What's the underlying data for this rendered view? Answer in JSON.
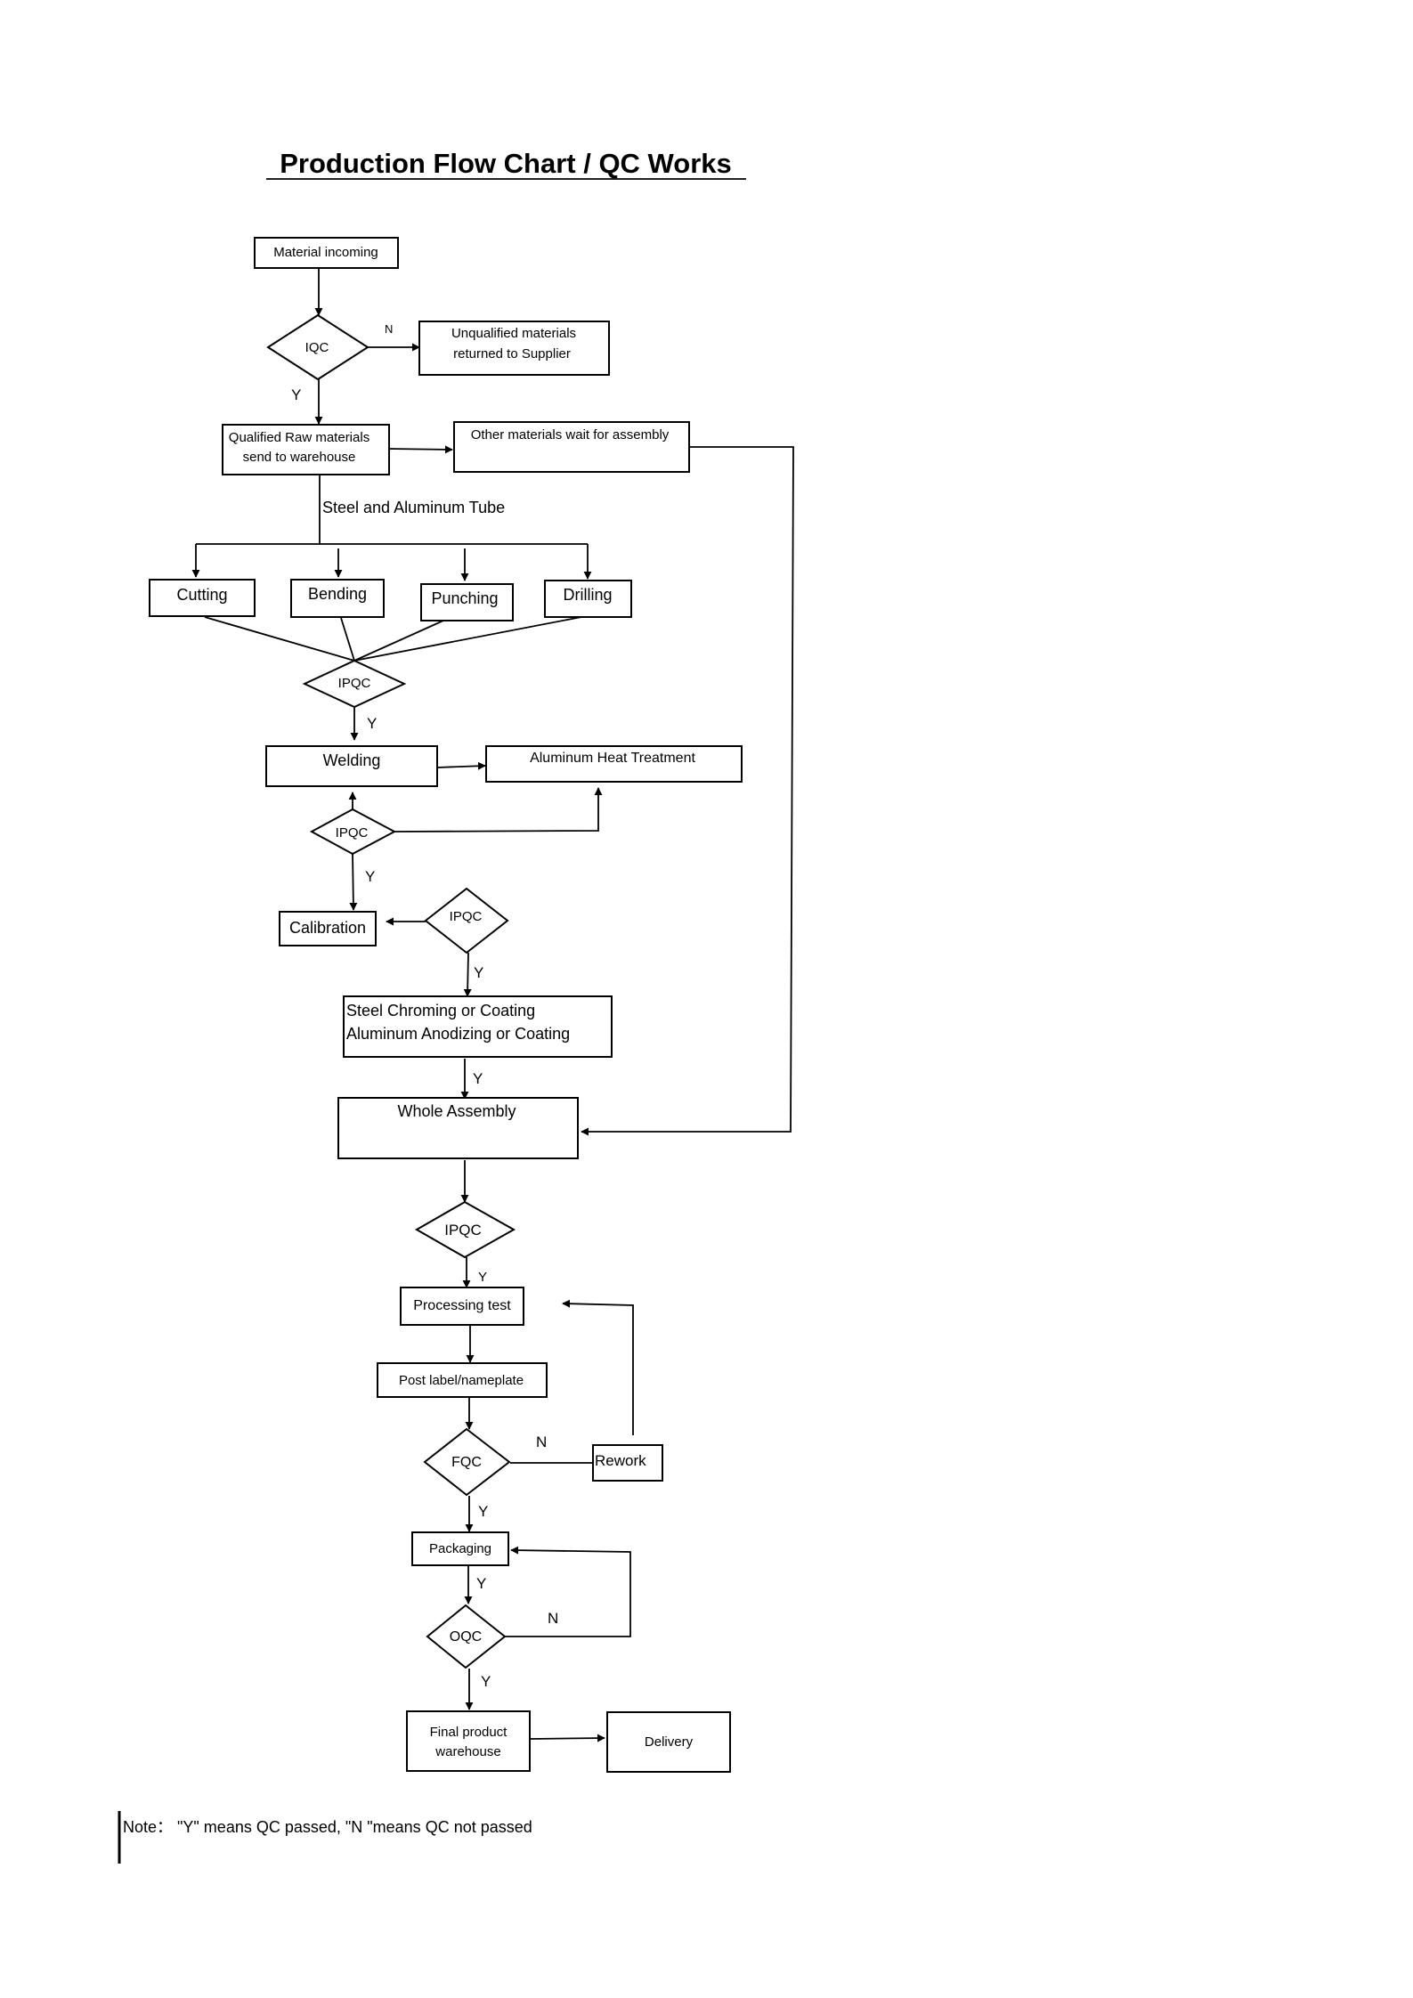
{
  "title": "Production Flow Chart / QC Works",
  "nodes": {
    "material_incoming": "Material incoming",
    "iqc": "IQC",
    "unqualified_1": "Unqualified materials",
    "unqualified_2": "returned to Supplier",
    "qualified_1": "Qualified Raw materials",
    "qualified_2": "send to warehouse",
    "other_materials": "Other materials  wait for assembly",
    "steel_tube": "Steel and Aluminum Tube",
    "cutting": "Cutting",
    "bending": "Bending",
    "punching": "Punching",
    "drilling": "Drilling",
    "ipqc": "IPQC",
    "welding": "Welding",
    "heat_treatment": "Aluminum Heat Treatment",
    "calibration": "Calibration",
    "chroming_1": "Steel Chroming or Coating",
    "chroming_2": "Aluminum Anodizing or Coating",
    "whole_assembly": "Whole Assembly",
    "processing_test": "Processing test",
    "post_label": "Post label/nameplate",
    "fqc": "FQC",
    "rework": "Rework",
    "packaging": "Packaging",
    "oqc": "OQC",
    "final_1": "Final product",
    "final_2": "warehouse",
    "delivery": "Delivery"
  },
  "labels": {
    "yes": "Y",
    "no": "N"
  },
  "note": "Note：  \"Y\" means QC passed, \"N \"means QC not passed"
}
